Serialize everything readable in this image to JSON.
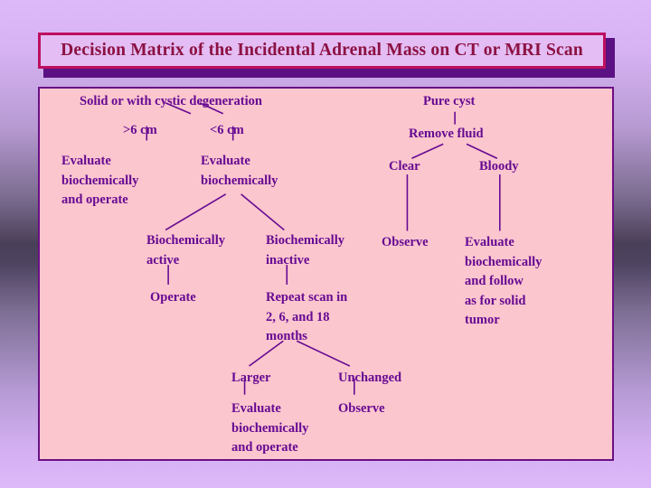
{
  "slide": {
    "title": "Decision Matrix of the Incidental Adrenal Mass on CT or MRI Scan",
    "colors": {
      "title_text": "#8c1142",
      "title_fill": "#e3bdf4",
      "title_border": "#bd0f5f",
      "title_shadow": "#5b1183",
      "panel_fill": "#fcc6ce",
      "panel_border": "#6b0f86",
      "node_text": "#660a92",
      "connector": "#660a92",
      "background_top": "#ddb9fa",
      "background_mid": "#4a3f58"
    }
  },
  "diagram": {
    "nodes": [
      {
        "id": "solid",
        "label": "Solid or with cystic degeneration"
      },
      {
        "id": "gt6",
        "label": ">6 cm"
      },
      {
        "id": "lt6",
        "label": "<6 cm"
      },
      {
        "id": "eval-operate",
        "label": "Evaluate\nbiochemically\nand operate"
      },
      {
        "id": "eval-biochem",
        "label": "Evaluate\nbiochemically"
      },
      {
        "id": "bio-active",
        "label": "Biochemically\nactive"
      },
      {
        "id": "bio-inactive",
        "label": "Biochemically\ninactive"
      },
      {
        "id": "operate",
        "label": "Operate"
      },
      {
        "id": "repeat-scan",
        "label": "Repeat scan in\n2, 6, and 18\nmonths"
      },
      {
        "id": "larger",
        "label": "Larger"
      },
      {
        "id": "unchanged",
        "label": "Unchanged"
      },
      {
        "id": "larger-eval",
        "label": "Evaluate\nbiochemically\nand operate"
      },
      {
        "id": "unchanged-observe",
        "label": "Observe"
      },
      {
        "id": "pure-cyst",
        "label": "Pure cyst"
      },
      {
        "id": "remove-fluid",
        "label": "Remove fluid"
      },
      {
        "id": "clear",
        "label": "Clear"
      },
      {
        "id": "bloody",
        "label": "Bloody"
      },
      {
        "id": "clear-observe",
        "label": "Observe"
      },
      {
        "id": "bloody-eval",
        "label": "Evaluate\nbiochemically\nand follow\nas for solid\ntumor"
      }
    ]
  }
}
